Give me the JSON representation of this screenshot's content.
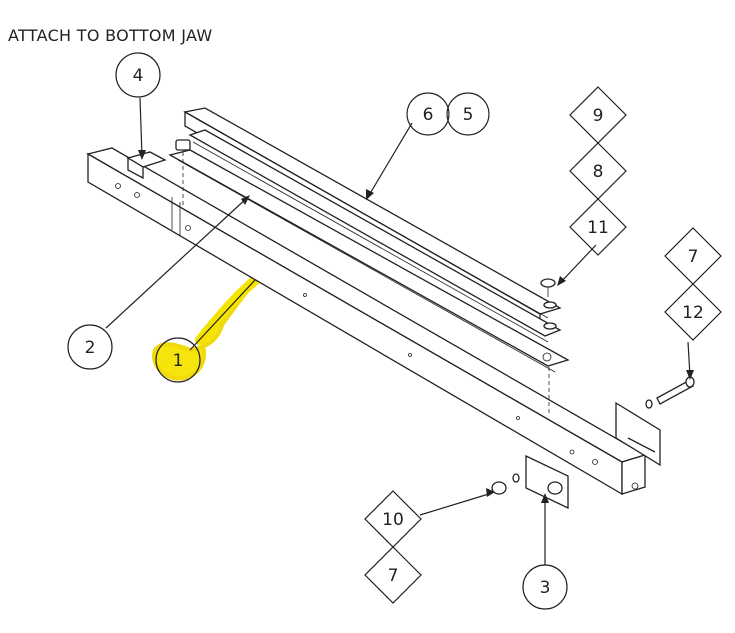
{
  "title": "ATTACH TO BOTTOM JAW",
  "colors": {
    "highlight": "#f5e400",
    "line": "#222222"
  },
  "callouts": {
    "c1": "1",
    "c2": "2",
    "c3": "3",
    "c4": "4",
    "c5": "5",
    "c6": "6",
    "c7a": "7",
    "c7b": "7",
    "c8": "8",
    "c9": "9",
    "c10": "10",
    "c11": "11",
    "c12": "12"
  }
}
